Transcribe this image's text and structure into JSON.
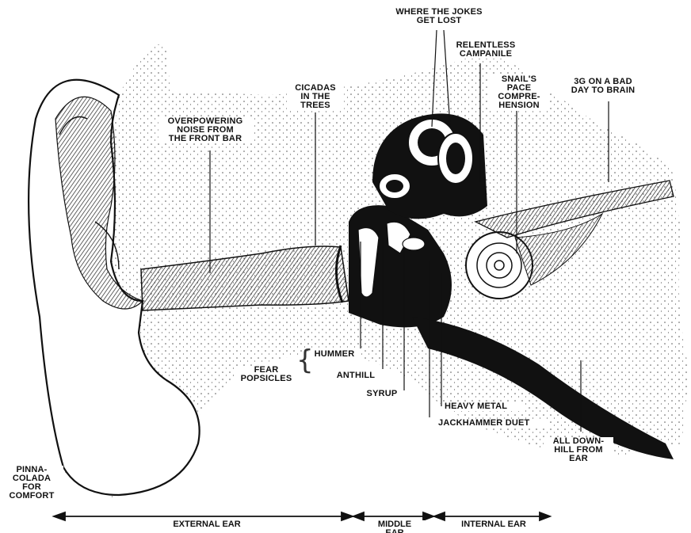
{
  "labels": {
    "jokes": "WHERE THE JOKES\nGET LOST",
    "campanile": "RELENTLESS\nCAMPANILE",
    "snail": "SNAIL'S\nPACE\nCOMPRE-\nHENSION",
    "brain": "3G ON A BAD\nDAY TO BRAIN",
    "cicadas": "CICADAS\nIN THE\nTREES",
    "noise": "OVERPOWERING\nNOISE FROM\nTHE FRONT BAR",
    "hummer": "HUMMER",
    "fear": "FEAR\nPOPSICLES",
    "anthill": "ANTHILL",
    "syrup": "SYRUP",
    "heavy_metal": "HEAVY METAL",
    "jackhammer": "JACKHAMMER DUET",
    "downhill": "ALL DOWN-\nHILL FROM\nEAR",
    "pinna": "PINNA-\nCOLADA\nFOR\nCOMFORT"
  },
  "sections": {
    "external": "EXTERNAL EAR",
    "middle": "MIDDLE\nEAR",
    "internal": "INTERNAL EAR"
  },
  "colors": {
    "ink": "#111111",
    "stipple": "#555555",
    "paper": "#ffffff"
  }
}
